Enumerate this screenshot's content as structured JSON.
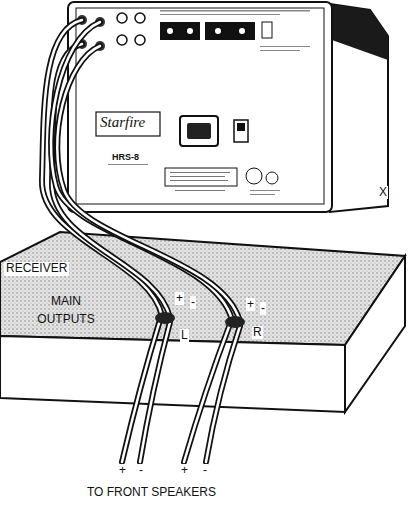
{
  "diagram": {
    "nodes": [
      {
        "text": [
          "Starfire",
          "HRS-8"
        ]
      },
      {
        "text": [
          "RECEIVER",
          "MAIN OUTPUTS"
        ]
      }
    ],
    "edges": [
      {
        "from": 1,
        "to": 0,
        "arrow": "none"
      },
      {
        "from": 1,
        "to": 0,
        "arrow": "none"
      }
    ],
    "labels": [
      "X",
      "+",
      "-",
      "L",
      "+",
      "-",
      "R",
      "+",
      "-",
      "+",
      "-",
      "TO FRONT SPEAKERS"
    ]
  }
}
